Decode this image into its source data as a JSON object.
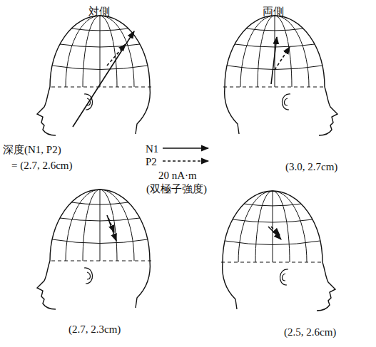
{
  "diagram": {
    "labels": [
      "対側",
      "両側",
      "深度(N1, P2)",
      "= (2.7, 2.6cm)",
      "N1",
      "P2",
      "20 nA·m",
      "(双極子強度)",
      "(3.0, 2.7cm)",
      "(2.7, 2.3cm)",
      "(2.5, 2.6cm)"
    ]
  }
}
